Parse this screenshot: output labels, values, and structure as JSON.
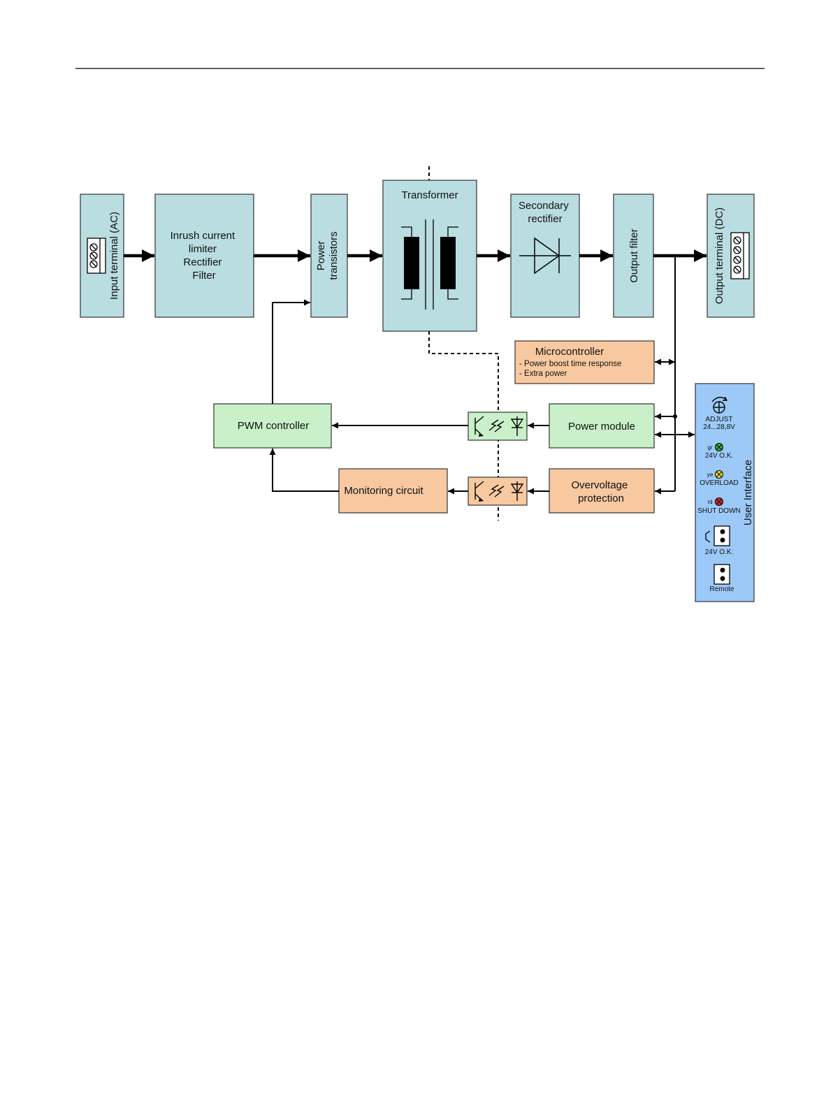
{
  "colors": {
    "main_block": "#b9dde0",
    "pwm_block": "#c9f0c9",
    "monitor_block": "#f8c9a0",
    "ui_block": "#9cc9f8",
    "led_green": "#2eb82e",
    "led_yellow": "#f0dc28",
    "led_red": "#e02828",
    "line": "#000000"
  },
  "blocks": {
    "input_terminal": "Input terminal (AC)",
    "inrush": [
      "Inrush current",
      "limiter",
      "Rectifier",
      "Filter"
    ],
    "power_transistors": [
      "Power",
      "transistors"
    ],
    "transformer": "Transformer",
    "secondary_rectifier": [
      "Secondary",
      "rectifier"
    ],
    "output_filter": "Output filter",
    "output_terminal": "Output terminal (DC)",
    "microcontroller": {
      "title": "Microcontroller",
      "items": [
        "- Power boost time response",
        "- Extra power"
      ]
    },
    "pwm_controller": "PWM controller",
    "power_module": "Power module",
    "monitoring_circuit": "Monitoring circuit",
    "overvoltage": [
      "Overvoltage",
      "protection"
    ]
  },
  "user_interface": {
    "title": "User Interface",
    "adjust_label": "ADJUST",
    "adjust_range": "24...28,8V",
    "led_gr_code": "gr",
    "led_gr_label": "24V O.K.",
    "led_ye_code": "ye",
    "led_ye_label": "OVERLOAD",
    "led_rd_code": "rd",
    "led_rd_label": "SHUT DOWN",
    "relay_label": "24V O.K.",
    "remote_label": "Remote"
  }
}
